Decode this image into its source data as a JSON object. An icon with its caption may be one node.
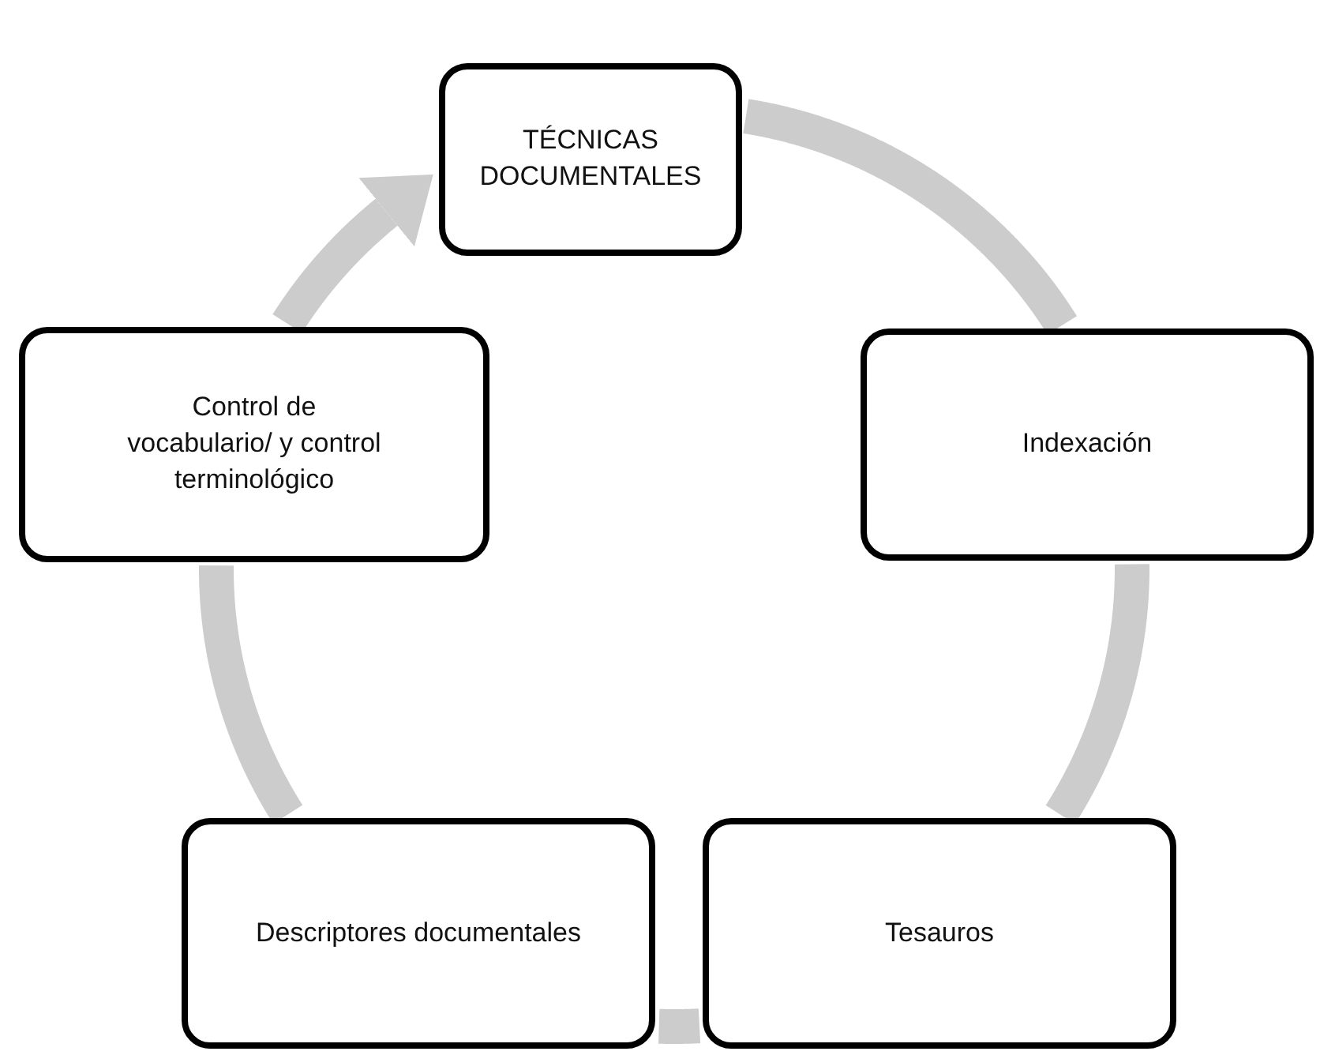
{
  "diagram": {
    "nodes": [
      {
        "text": [
          "TÉCNICAS DOCUMENTALES"
        ]
      },
      {
        "text": [
          "Indexación"
        ]
      },
      {
        "text": [
          "Tesauros"
        ]
      },
      {
        "text": [
          "Descriptores documentales"
        ]
      },
      {
        "text": [
          "Control de vocabulario/ y control terminológico"
        ]
      }
    ],
    "edges": [
      {
        "from": 0,
        "to": 1,
        "arrow": "none"
      },
      {
        "from": 1,
        "to": 2,
        "arrow": "none"
      },
      {
        "from": 2,
        "to": 3,
        "arrow": "none"
      },
      {
        "from": 3,
        "to": 4,
        "arrow": "none"
      },
      {
        "from": 4,
        "to": 0,
        "arrow": "to"
      }
    ]
  }
}
